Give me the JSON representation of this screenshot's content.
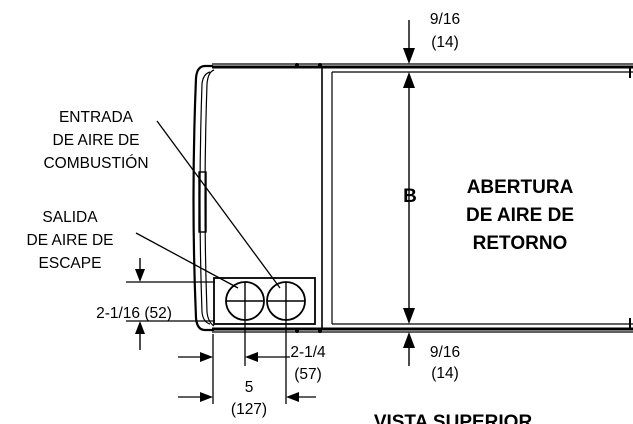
{
  "labels": {
    "intake_1": "ENTRADA",
    "intake_2": "DE AIRE DE",
    "intake_3": "COMBUSTIÓN",
    "exhaust_1": "SALIDA",
    "exhaust_2": "DE AIRE DE",
    "exhaust_3": "ESCAPE",
    "return_1": "ABERTURA",
    "return_2": "DE AIRE DE",
    "return_3": "RETORNO",
    "b": "B",
    "view_title": "VISTA SUPERIOR"
  },
  "dimensions": {
    "top_gap_in": "9/16",
    "top_gap_mm": "(14)",
    "bottom_gap_in": "9/16",
    "bottom_gap_mm": "(14)",
    "pipe_height_in": "2-1/16 (52)",
    "pipe_spacing_in": "2-1/4",
    "pipe_spacing_mm": "(57)",
    "pipe_offset_in": "5",
    "pipe_offset_mm": "(127)"
  }
}
